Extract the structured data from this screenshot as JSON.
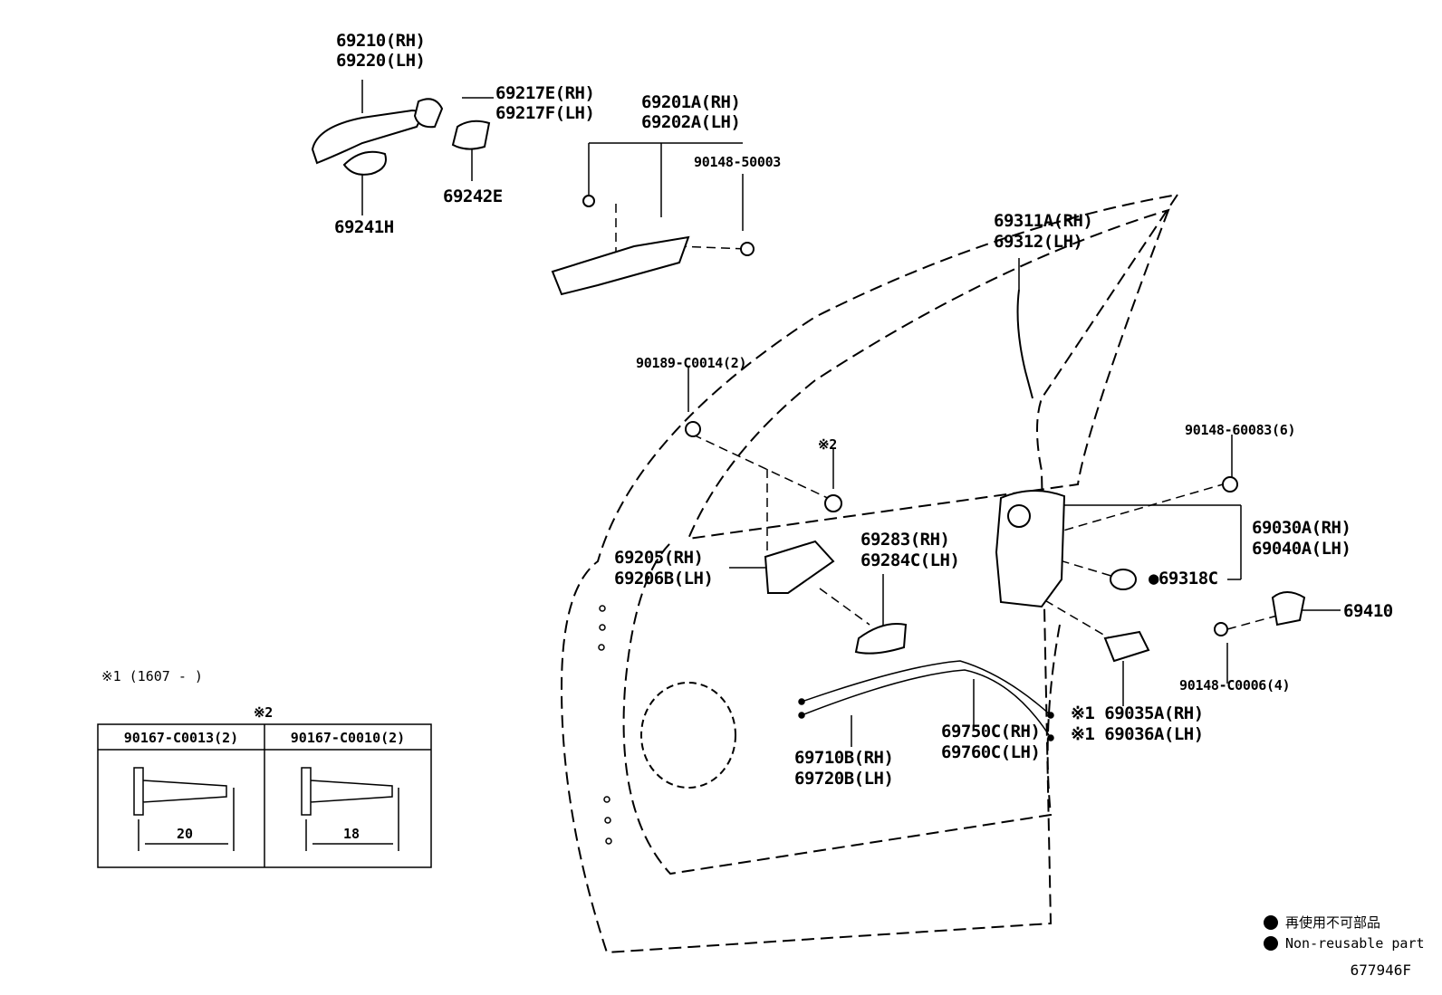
{
  "labels": {
    "handle_rh": "69210(RH)",
    "handle_lh": "69220(LH)",
    "cap_rh": "69217E(RH)",
    "cap_lh": "69217F(LH)",
    "pad_lower": "69241H",
    "cover_plate": "69242E",
    "frame_rh": "69201A(RH)",
    "frame_lh": "69202A(LH)",
    "screw_top": "90148-50003",
    "rod_rh": "69311A(RH)",
    "rod_lh": "69312(LH)",
    "clip": "90189-C0014(2)",
    "note2": "※2",
    "screw_6": "90148-60083(6)",
    "lock_rh": "69030A(RH)",
    "lock_lh": "69040A(LH)",
    "inside_rh": "69205(RH)",
    "inside_lh": "69206B(LH)",
    "cover_rh": "69283(RH)",
    "cover_lh": "69284C(LH)",
    "grommet": "●69318C",
    "striker": "69410",
    "screw_4": "90148-C0006(4)",
    "cable1_rh": "69710B(RH)",
    "cable1_lh": "69720B(LH)",
    "cable2_rh": "69750C(RH)",
    "cable2_lh": "69760C(LH)",
    "protector_rh": "※1 69035A(RH)",
    "protector_lh": "※1 69036A(LH)"
  },
  "note1": "※1 (1607 -     )",
  "table": {
    "title": "※2",
    "columns": [
      "90167-C0013(2)",
      "90167-C0010(2)"
    ],
    "dimensions": [
      "20",
      "18"
    ]
  },
  "legend": [
    {
      "text": "再使用不可部品"
    },
    {
      "text": "Non-reusable part"
    }
  ],
  "figure_code": "677946F",
  "colors": {
    "ink": "#000000",
    "paper": "#ffffff"
  }
}
